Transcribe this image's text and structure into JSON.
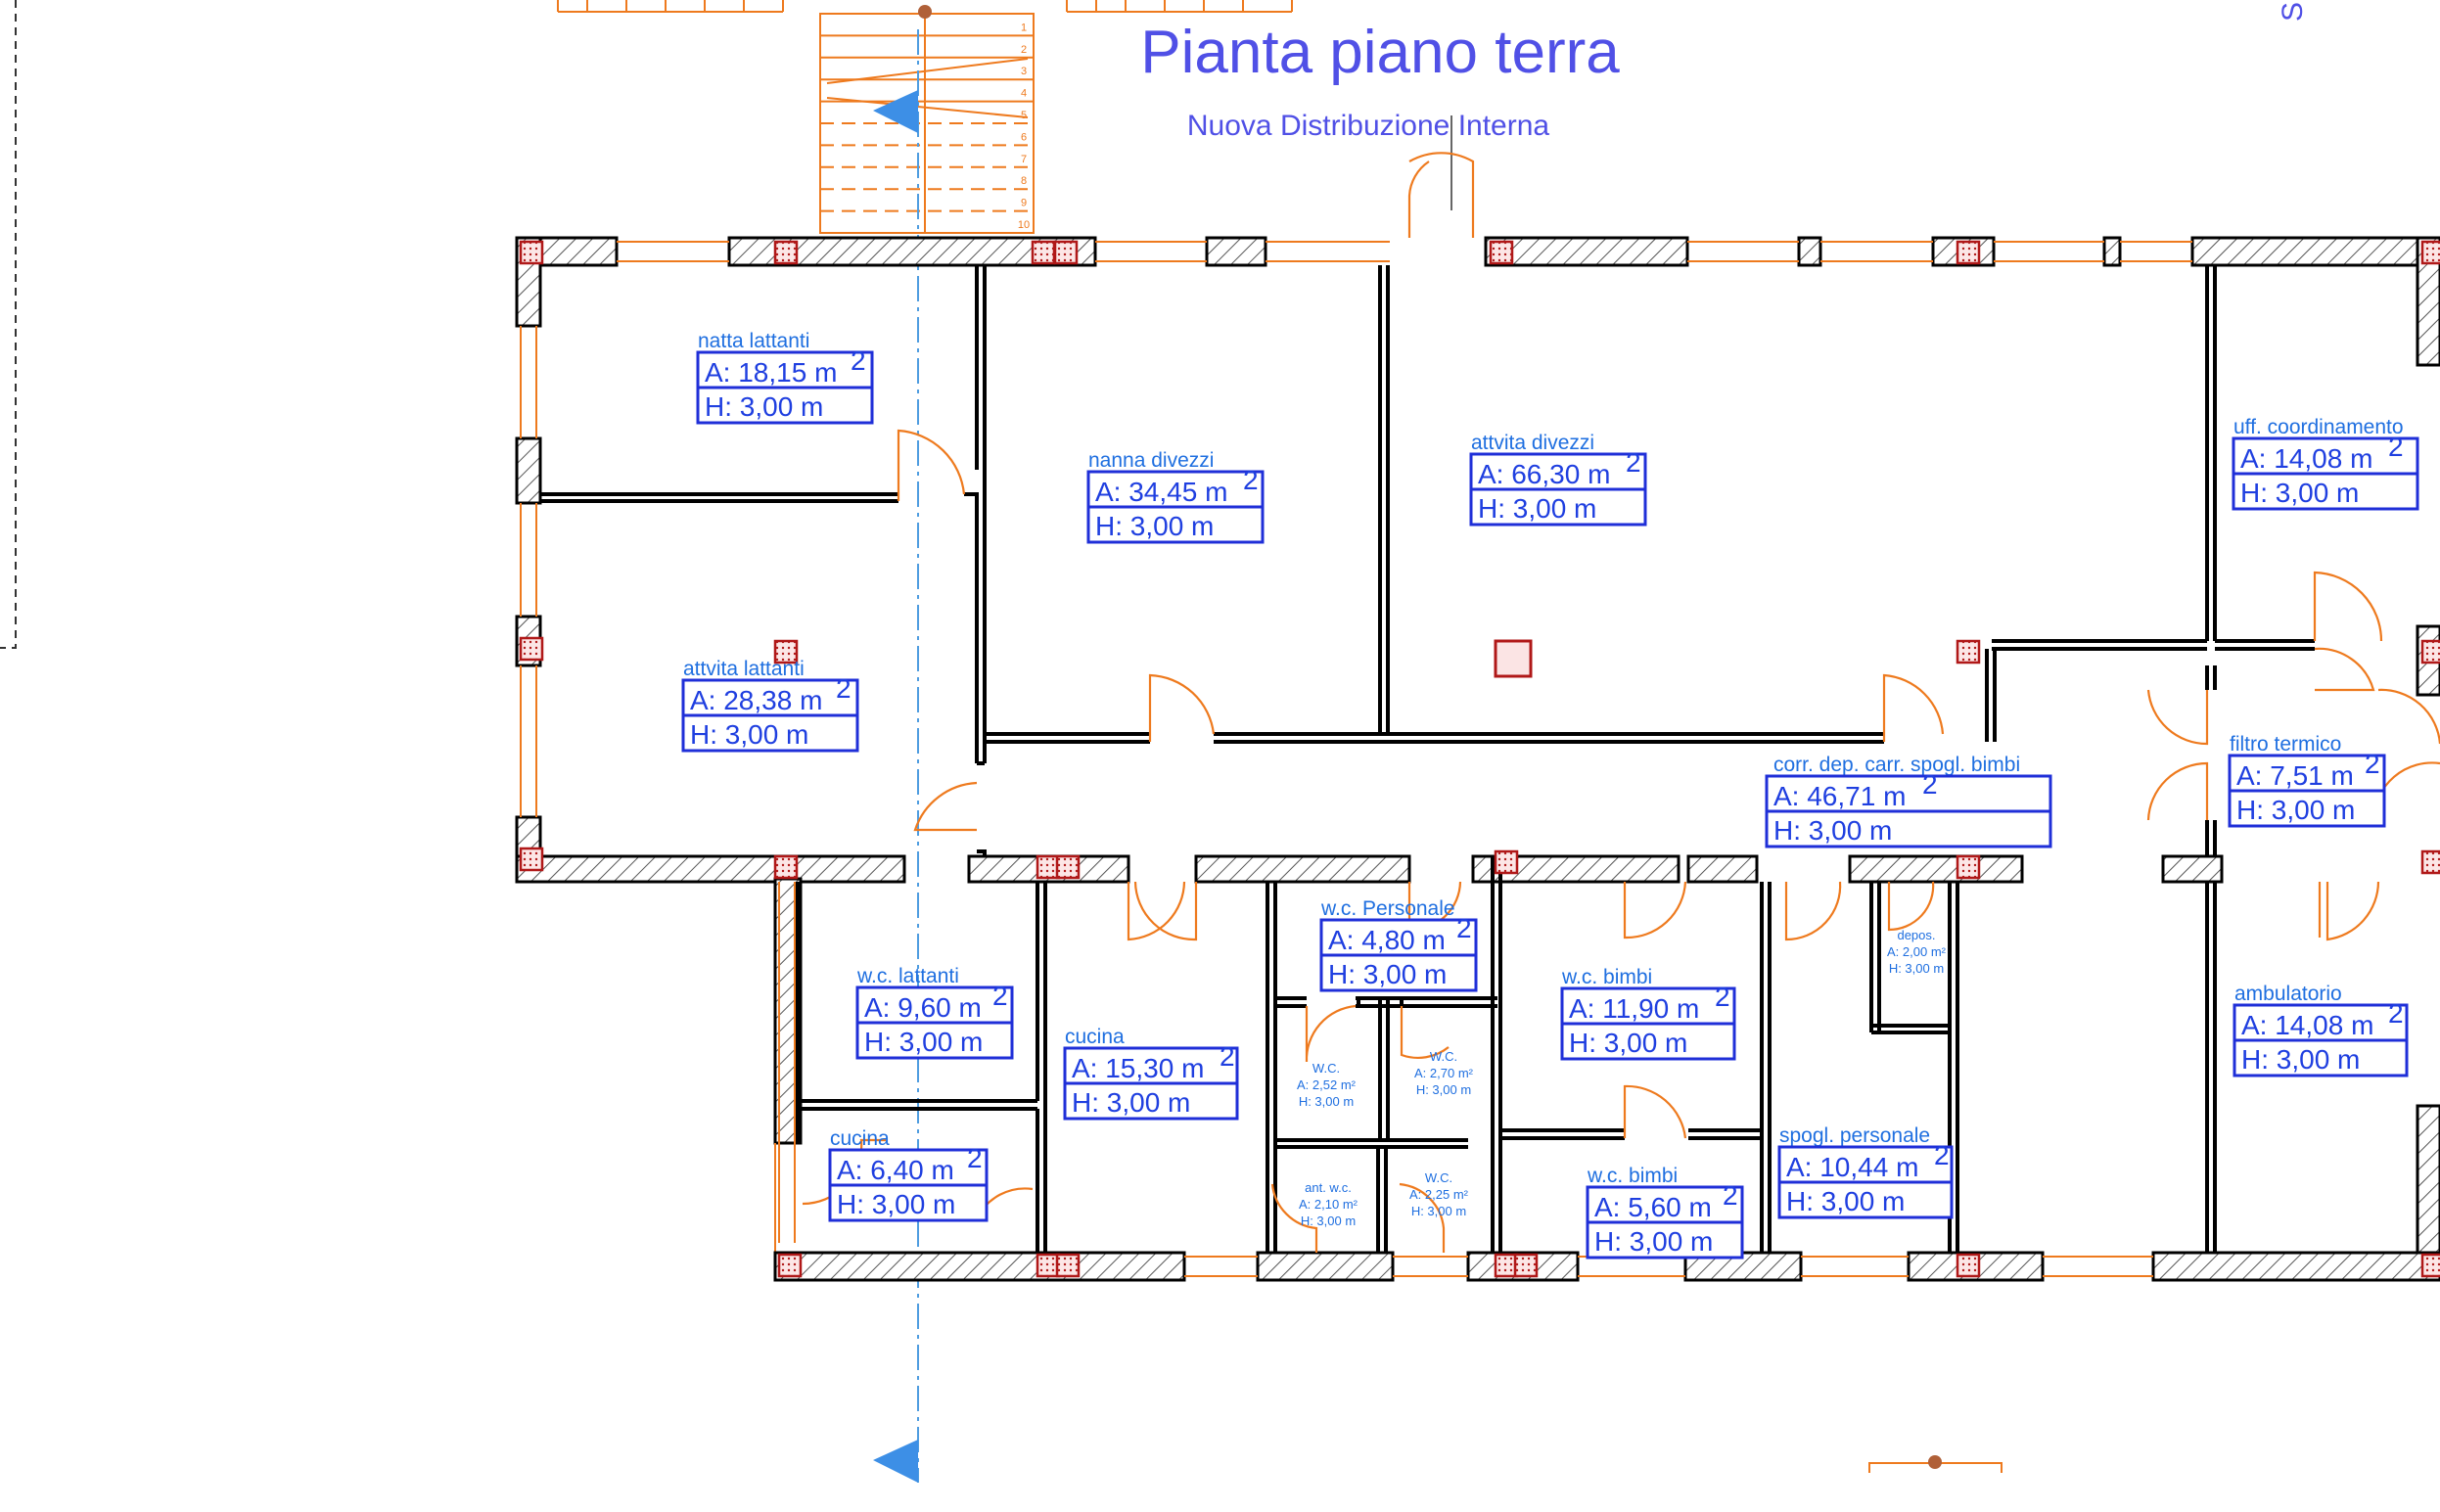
{
  "title": "Pianta piano terra",
  "subtitle": "Nuova  Distribuzione Interna",
  "corner_mark": "S",
  "stair_steps": [
    "1",
    "2",
    "3",
    "4",
    "5",
    "6",
    "7",
    "8",
    "9",
    "10"
  ],
  "rooms": [
    {
      "name": "natta lattanti",
      "area": "A: 18,15 m",
      "height": "H: 3,00 m"
    },
    {
      "name": "nanna divezzi",
      "area": "A: 34,45 m",
      "height": "H: 3,00 m"
    },
    {
      "name": "attvita divezzi",
      "area": "A: 66,30 m",
      "height": "H: 3,00 m"
    },
    {
      "name": "uff. coordinamento",
      "area": "A: 14,08 m",
      "height": "H: 3,00 m"
    },
    {
      "name": "attvita lattanti",
      "area": "A: 28,38 m",
      "height": "H: 3,00 m"
    },
    {
      "name": "corr. dep.  carr. spogl. bimbi",
      "area": "A: 46,71 m",
      "height": "H: 3,00 m"
    },
    {
      "name": "filtro termico",
      "area": "A: 7,51 m",
      "height": "H: 3,00 m"
    },
    {
      "name": "w.c. lattanti",
      "area": "A: 9,60 m",
      "height": "H: 3,00 m"
    },
    {
      "name": "cucina",
      "area": "A: 15,30 m",
      "height": "H: 3,00 m"
    },
    {
      "name": "w.c. Personale",
      "area": "A: 4,80 m",
      "height": "H: 3,00 m"
    },
    {
      "name": "w.c. bimbi",
      "area": "A: 11,90 m",
      "height": "H: 3,00 m"
    },
    {
      "name": "ambulatorio",
      "area": "A: 14,08 m",
      "height": "H: 3,00 m"
    },
    {
      "name": "cucina",
      "area": "A: 6,40 m",
      "height": "H: 3,00 m"
    },
    {
      "name": "w.c. bimbi",
      "area": "A: 5,60 m",
      "height": "H: 3,00 m"
    },
    {
      "name": "spogl. personale",
      "area": "A: 10,44 m",
      "height": "H: 3,00 m"
    }
  ],
  "area_unit_sup": "2",
  "small_rooms": [
    {
      "name": "W.C.",
      "area": "A: 2,52 m²",
      "height": "H: 3,00 m"
    },
    {
      "name": "W.C.",
      "area": "A: 2,70 m²",
      "height": "H: 3,00 m"
    },
    {
      "name": "ant. w.c.",
      "area": "A: 2,10 m²",
      "height": "H: 3,00 m"
    },
    {
      "name": "W.C.",
      "area": "A: 2,25 m²",
      "height": "H: 3,00 m"
    },
    {
      "name": "depos.",
      "area": "A: 2,00 m²",
      "height": "H: 3,00 m"
    }
  ],
  "colors": {
    "title": "#5050e6",
    "labels": "#1f6fe0",
    "walls": "#000000",
    "doors": "#ee7a1e",
    "columns": "#b01818",
    "section_arrow": "#3d8fe6"
  },
  "icons": [
    "section-arrow-icon"
  ]
}
